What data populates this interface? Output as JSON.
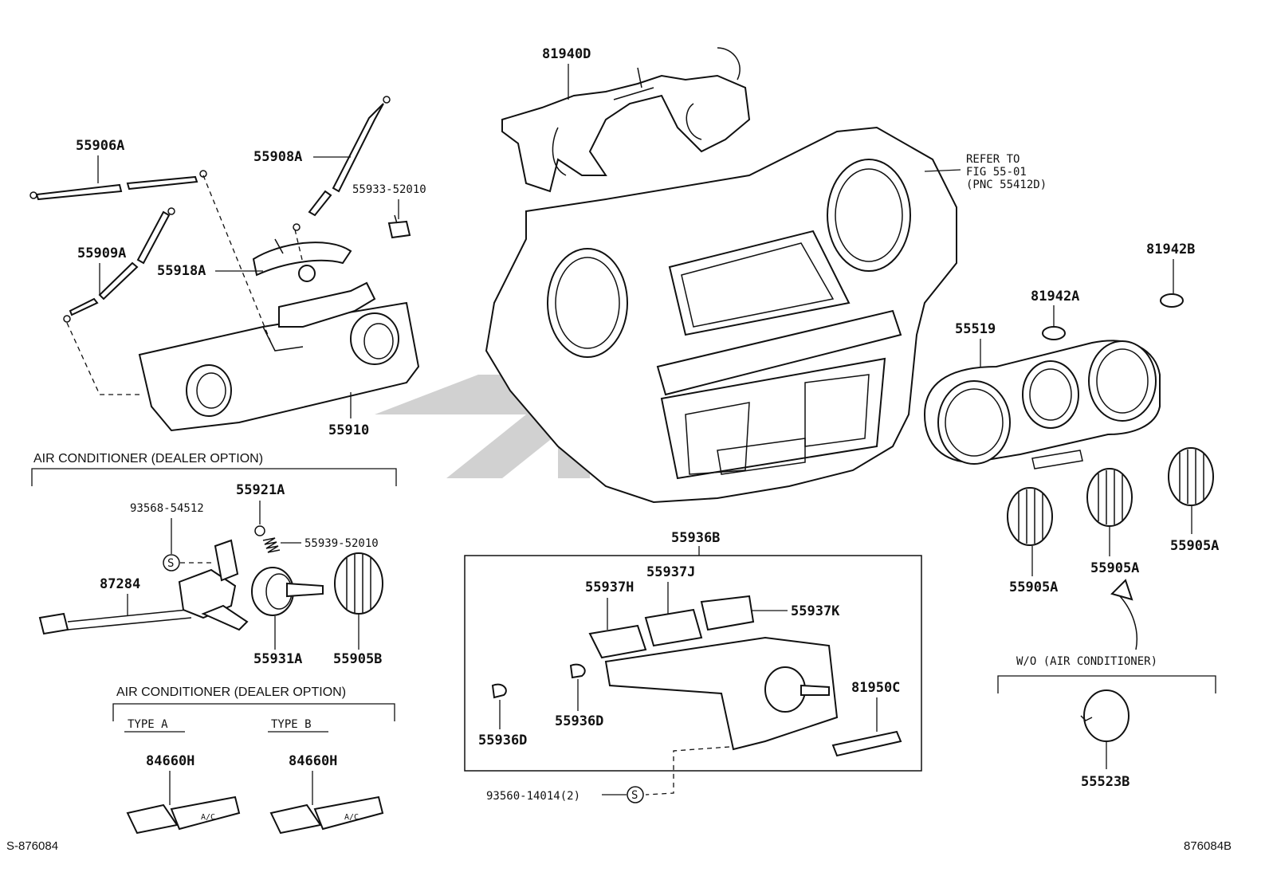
{
  "diagram": {
    "labels": {
      "p81940D": "81940D",
      "p55906A": "55906A",
      "p55908A": "55908A",
      "p55933": "55933-52010",
      "p55909A": "55909A",
      "p55918A": "55918A",
      "p55910": "55910",
      "p81942B": "81942B",
      "p81942A": "81942A",
      "p55519": "55519",
      "p55921A": "55921A",
      "p93568": "93568-54512",
      "p55939": "55939-52010",
      "p87284": "87284",
      "p55931A": "55931A",
      "p55905B": "55905B",
      "p55936B": "55936B",
      "p55937J": "55937J",
      "p55937H": "55937H",
      "p55937K": "55937K",
      "p81950C": "81950C",
      "p55936D_a": "55936D",
      "p55936D_b": "55936D",
      "p93560": "93560-14014(2)",
      "p55905A_1": "55905A",
      "p55905A_2": "55905A",
      "p55905A_3": "55905A",
      "p55523B": "55523B",
      "p84660H_a": "84660H",
      "p84660H_b": "84660H"
    },
    "refer": {
      "line1": "REFER TO",
      "line2": "FIG 55-01",
      "line3": "(PNC 55412D)"
    },
    "sections": {
      "ac_dealer_1": "AIR CONDITIONER (DEALER OPTION)",
      "ac_dealer_2": "AIR CONDITIONER (DEALER OPTION)",
      "type_a": "TYPE A",
      "type_b": "TYPE B",
      "wo_ac": "W/O (AIR CONDITIONER)"
    },
    "symbol_s": "S",
    "switch_text": "A/C",
    "footer_left": "S-876084",
    "footer_right": "876084B"
  }
}
